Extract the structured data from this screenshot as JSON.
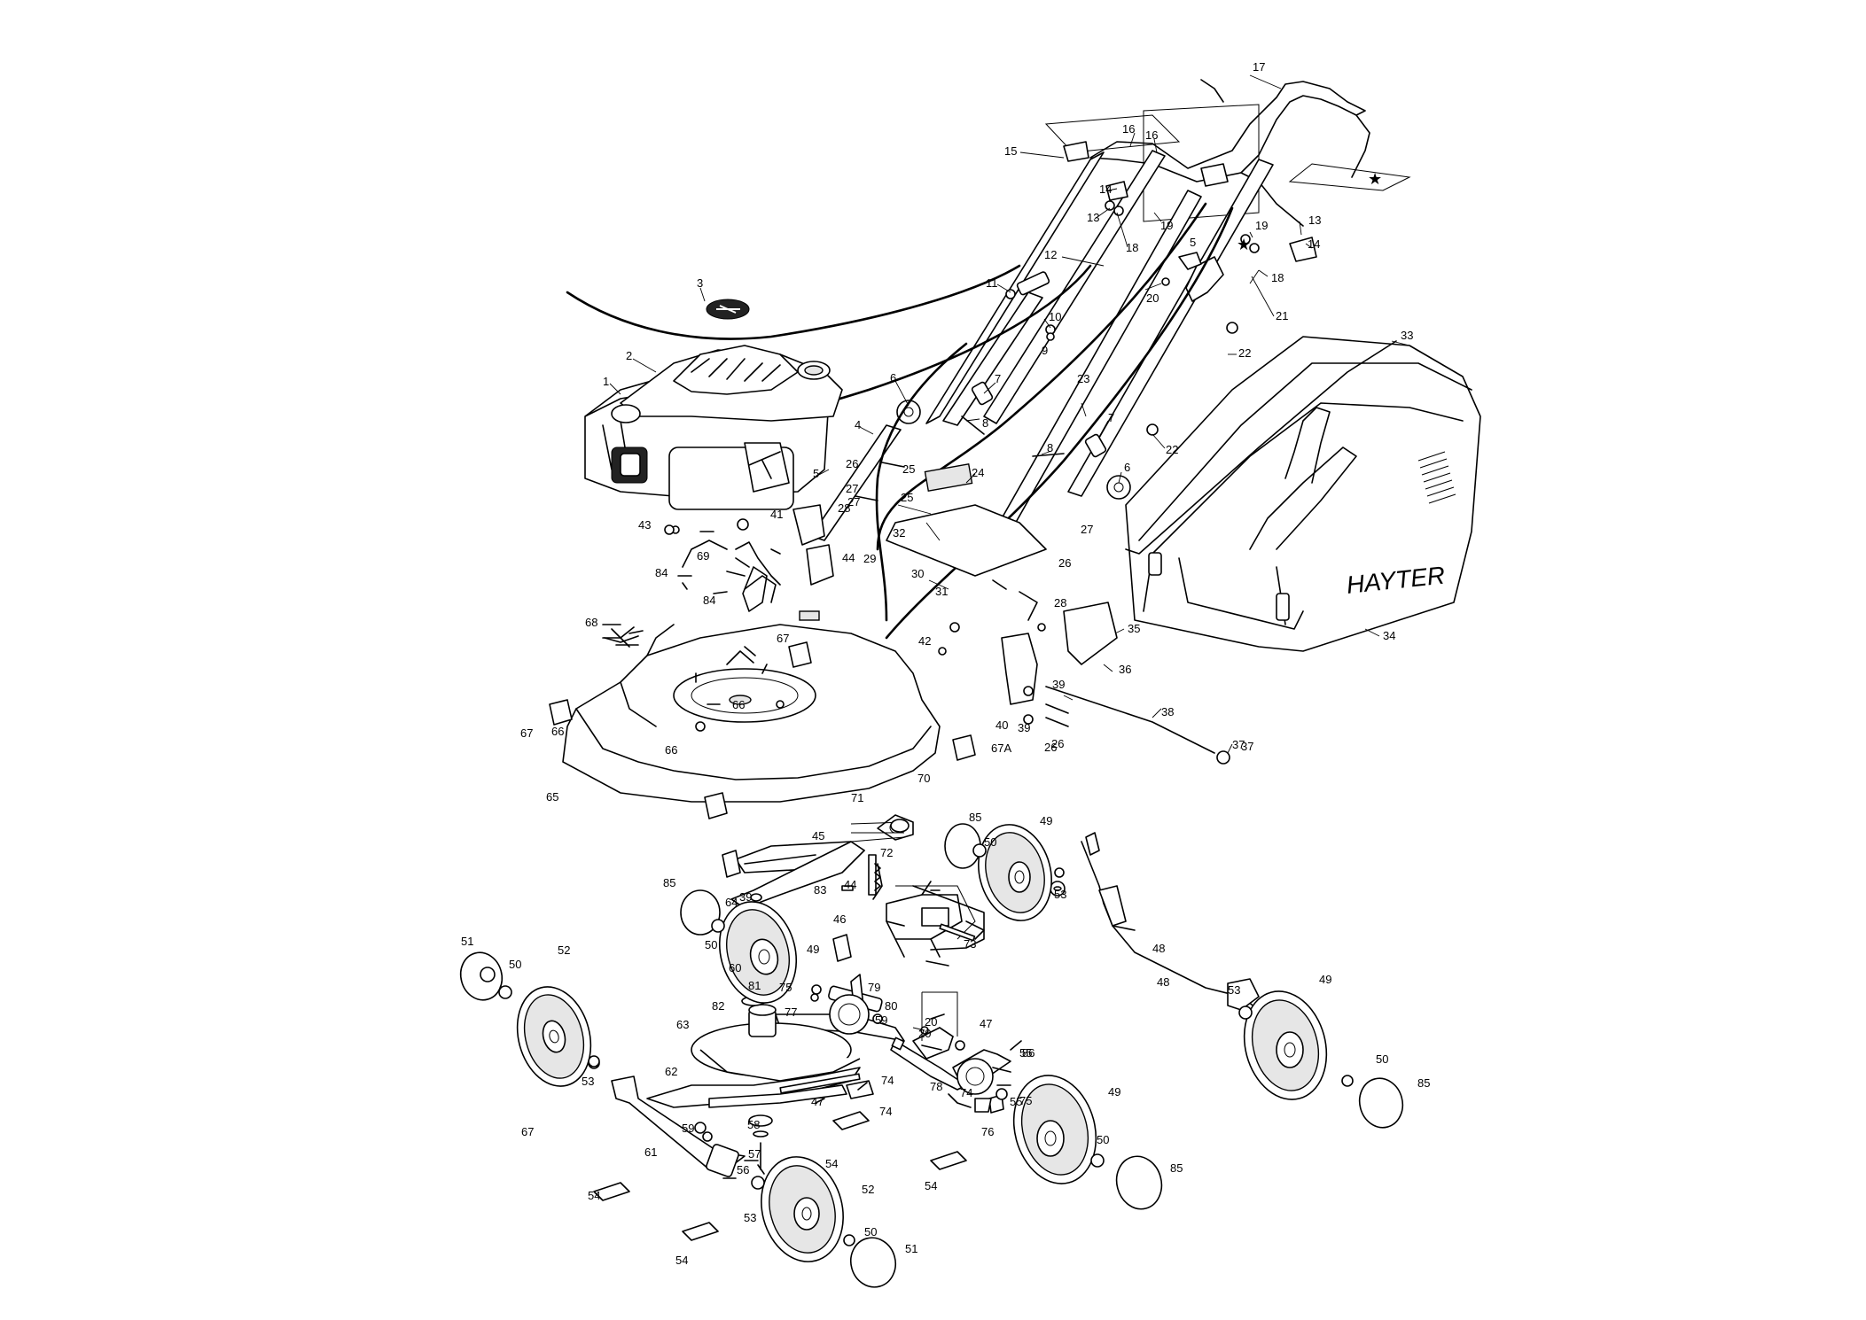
{
  "brand_text": "HAYTER",
  "part_numbers": [
    "1",
    "2",
    "3",
    "4",
    "5",
    "6",
    "7",
    "8",
    "9",
    "10",
    "11",
    "12",
    "13",
    "14",
    "15",
    "16",
    "17",
    "18",
    "19",
    "20",
    "21",
    "22",
    "23",
    "24",
    "25",
    "26",
    "27",
    "28",
    "29",
    "30",
    "31",
    "32",
    "33",
    "34",
    "35",
    "36",
    "37",
    "38",
    "39",
    "40",
    "41",
    "42",
    "43",
    "44",
    "45",
    "46",
    "47",
    "48",
    "49",
    "50",
    "51",
    "52",
    "53",
    "54",
    "55",
    "56",
    "57",
    "58",
    "59",
    "60",
    "61",
    "62",
    "63",
    "64",
    "65",
    "66",
    "67",
    "67A",
    "68",
    "69",
    "70",
    "71",
    "72",
    "73",
    "74",
    "75",
    "76",
    "77",
    "78",
    "79",
    "80",
    "81",
    "82",
    "83",
    "84",
    "85",
    "86"
  ],
  "callouts": [
    {
      "text": "1"
    },
    {
      "text": "2"
    },
    {
      "text": "3"
    },
    {
      "text": "4"
    },
    {
      "text": "5"
    },
    {
      "text": "5"
    },
    {
      "text": "6"
    },
    {
      "text": "6"
    },
    {
      "text": "7"
    },
    {
      "text": "7"
    },
    {
      "text": "8"
    },
    {
      "text": "8"
    },
    {
      "text": "9"
    },
    {
      "text": "10"
    },
    {
      "text": "11"
    },
    {
      "text": "12"
    },
    {
      "text": "13"
    },
    {
      "text": "13"
    },
    {
      "text": "14"
    },
    {
      "text": "14"
    },
    {
      "text": "15"
    },
    {
      "text": "16"
    },
    {
      "text": "16"
    },
    {
      "text": "17"
    },
    {
      "text": "18"
    },
    {
      "text": "18"
    },
    {
      "text": "19"
    },
    {
      "text": "19"
    },
    {
      "text": "20"
    },
    {
      "text": "20"
    },
    {
      "text": "20"
    },
    {
      "text": "21"
    },
    {
      "text": "22"
    },
    {
      "text": "22"
    },
    {
      "text": "23"
    },
    {
      "text": "24"
    },
    {
      "text": "25"
    },
    {
      "text": "25"
    },
    {
      "text": "26"
    },
    {
      "text": "26"
    },
    {
      "text": "26"
    },
    {
      "text": "26"
    },
    {
      "text": "27"
    },
    {
      "text": "27"
    },
    {
      "text": "27"
    },
    {
      "text": "28"
    },
    {
      "text": "28"
    },
    {
      "text": "29"
    },
    {
      "text": "30"
    },
    {
      "text": "31"
    },
    {
      "text": "32"
    },
    {
      "text": "33"
    },
    {
      "text": "34"
    },
    {
      "text": "35"
    },
    {
      "text": "36"
    },
    {
      "text": "37"
    },
    {
      "text": "37"
    },
    {
      "text": "38"
    },
    {
      "text": "39"
    },
    {
      "text": "39"
    },
    {
      "text": "39"
    },
    {
      "text": "40"
    },
    {
      "text": "41"
    },
    {
      "text": "42"
    },
    {
      "text": "43"
    },
    {
      "text": "44"
    },
    {
      "text": "44"
    },
    {
      "text": "45"
    },
    {
      "text": "46"
    },
    {
      "text": "47"
    },
    {
      "text": "47"
    },
    {
      "text": "48"
    },
    {
      "text": "48"
    },
    {
      "text": "49"
    },
    {
      "text": "49"
    },
    {
      "text": "49"
    },
    {
      "text": "49"
    },
    {
      "text": "50"
    },
    {
      "text": "50"
    },
    {
      "text": "50"
    },
    {
      "text": "50"
    },
    {
      "text": "50"
    },
    {
      "text": "50"
    },
    {
      "text": "51"
    },
    {
      "text": "51"
    },
    {
      "text": "52"
    },
    {
      "text": "52"
    },
    {
      "text": "53"
    },
    {
      "text": "53"
    },
    {
      "text": "53"
    },
    {
      "text": "53"
    },
    {
      "text": "54"
    },
    {
      "text": "54"
    },
    {
      "text": "54"
    },
    {
      "text": "54"
    },
    {
      "text": "55"
    },
    {
      "text": "55"
    },
    {
      "text": "56"
    },
    {
      "text": "57"
    },
    {
      "text": "58"
    },
    {
      "text": "59"
    },
    {
      "text": "59"
    },
    {
      "text": "60"
    },
    {
      "text": "61"
    },
    {
      "text": "62"
    },
    {
      "text": "63"
    },
    {
      "text": "64"
    },
    {
      "text": "65"
    },
    {
      "text": "66"
    },
    {
      "text": "66"
    },
    {
      "text": "66"
    },
    {
      "text": "67"
    },
    {
      "text": "67"
    },
    {
      "text": "67"
    },
    {
      "text": "67A"
    },
    {
      "text": "68"
    },
    {
      "text": "69"
    },
    {
      "text": "70"
    },
    {
      "text": "71"
    },
    {
      "text": "72"
    },
    {
      "text": "73"
    },
    {
      "text": "74"
    },
    {
      "text": "74"
    },
    {
      "text": "74"
    },
    {
      "text": "75"
    },
    {
      "text": "75"
    },
    {
      "text": "76"
    },
    {
      "text": "77"
    },
    {
      "text": "78"
    },
    {
      "text": "79"
    },
    {
      "text": "80"
    },
    {
      "text": "81"
    },
    {
      "text": "82"
    },
    {
      "text": "83"
    },
    {
      "text": "84"
    },
    {
      "text": "84"
    },
    {
      "text": "85"
    },
    {
      "text": "85"
    },
    {
      "text": "85"
    },
    {
      "text": "85"
    },
    {
      "text": "86"
    }
  ],
  "colors": {
    "ink": "#000000",
    "paper": "#ffffff",
    "shade": "#e6e6e6"
  }
}
